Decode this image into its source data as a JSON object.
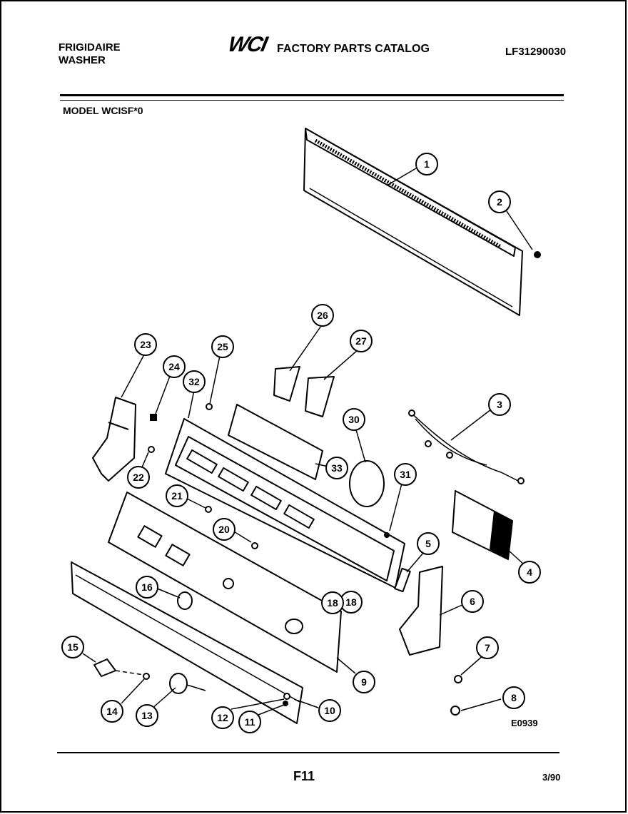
{
  "header": {
    "brand_line1": "FRIGIDAIRE",
    "brand_line2": "WASHER",
    "logo_text": "WCI",
    "catalog_title": "FACTORY PARTS CATALOG",
    "part_number": "LF31290030",
    "model": "MODEL WCISF*0"
  },
  "callouts": [
    "1",
    "2",
    "3",
    "4",
    "5",
    "6",
    "7",
    "8",
    "9",
    "10",
    "11",
    "12",
    "13",
    "14",
    "15",
    "16",
    "18",
    "18",
    "20",
    "20",
    "21",
    "22",
    "23",
    "24",
    "25",
    "26",
    "27",
    "30",
    "31",
    "32",
    "33"
  ],
  "footer": {
    "diagram_id": "E0939",
    "page": "F11",
    "date": "3/90"
  }
}
